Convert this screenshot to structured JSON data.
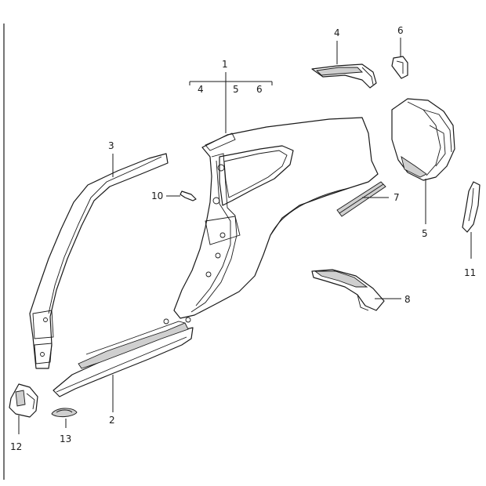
{
  "diagram": {
    "labels": {
      "l1": "1",
      "l1_sub4": "4",
      "l1_sub5": "5",
      "l1_sub6": "6",
      "l2": "2",
      "l3": "3",
      "l4": "4",
      "l5": "5",
      "l6": "6",
      "l7": "7",
      "l8": "8",
      "l10": "10",
      "l11": "11",
      "l12": "12",
      "l13": "13"
    },
    "colors": {
      "line": "#1a1a1a",
      "background": "#ffffff",
      "shade": "#cfcfcf"
    }
  }
}
